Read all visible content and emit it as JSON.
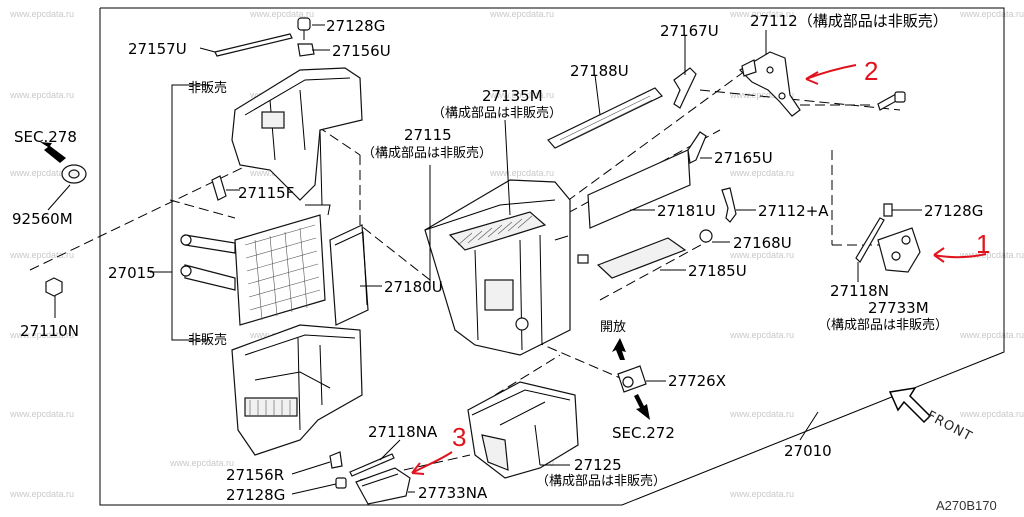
{
  "watermark": "www.epcdata.ru",
  "diagram_code": "A270B170",
  "front_label": "FRONT",
  "labels": {
    "p27128g_top": "27128G",
    "p27157u": "27157U",
    "p27156u": "27156U",
    "non_sale_upper": "非販売",
    "p27115": "27115",
    "p27115_note": "（構成部品は非販売）",
    "p27115f": "27115F",
    "sec278": "SEC.278",
    "p92560m": "92560M",
    "p27015": "27015",
    "p27110n": "27110N",
    "p27180u": "27180U",
    "non_sale_lower": "非販売",
    "p27135m": "27135M",
    "p27135m_note": "（構成部品は非販売）",
    "p27188u": "27188U",
    "p27167u": "27167U",
    "p27112": "27112（構成部品は非販売）",
    "p27165u": "27165U",
    "p27181u": "27181U",
    "p27112a": "27112+A",
    "p27128g_right": "27128G",
    "p27168u": "27168U",
    "p27185u": "27185U",
    "p27118n": "27118N",
    "p27733m": "27733M",
    "p27733m_note": "（構成部品は非販売）",
    "open": "開放",
    "p27726x": "27726X",
    "sec272": "SEC.272",
    "p27010": "27010",
    "p27118na": "27118NA",
    "p27156r": "27156R",
    "p27128g_bottom": "27128G",
    "p27733na": "27733NA",
    "p27125": "27125",
    "p27125_note": "（構成部品は非販売）"
  },
  "annotations": {
    "mark_1": "1",
    "mark_2": "2",
    "mark_3": "3",
    "color": "#e0141e"
  }
}
